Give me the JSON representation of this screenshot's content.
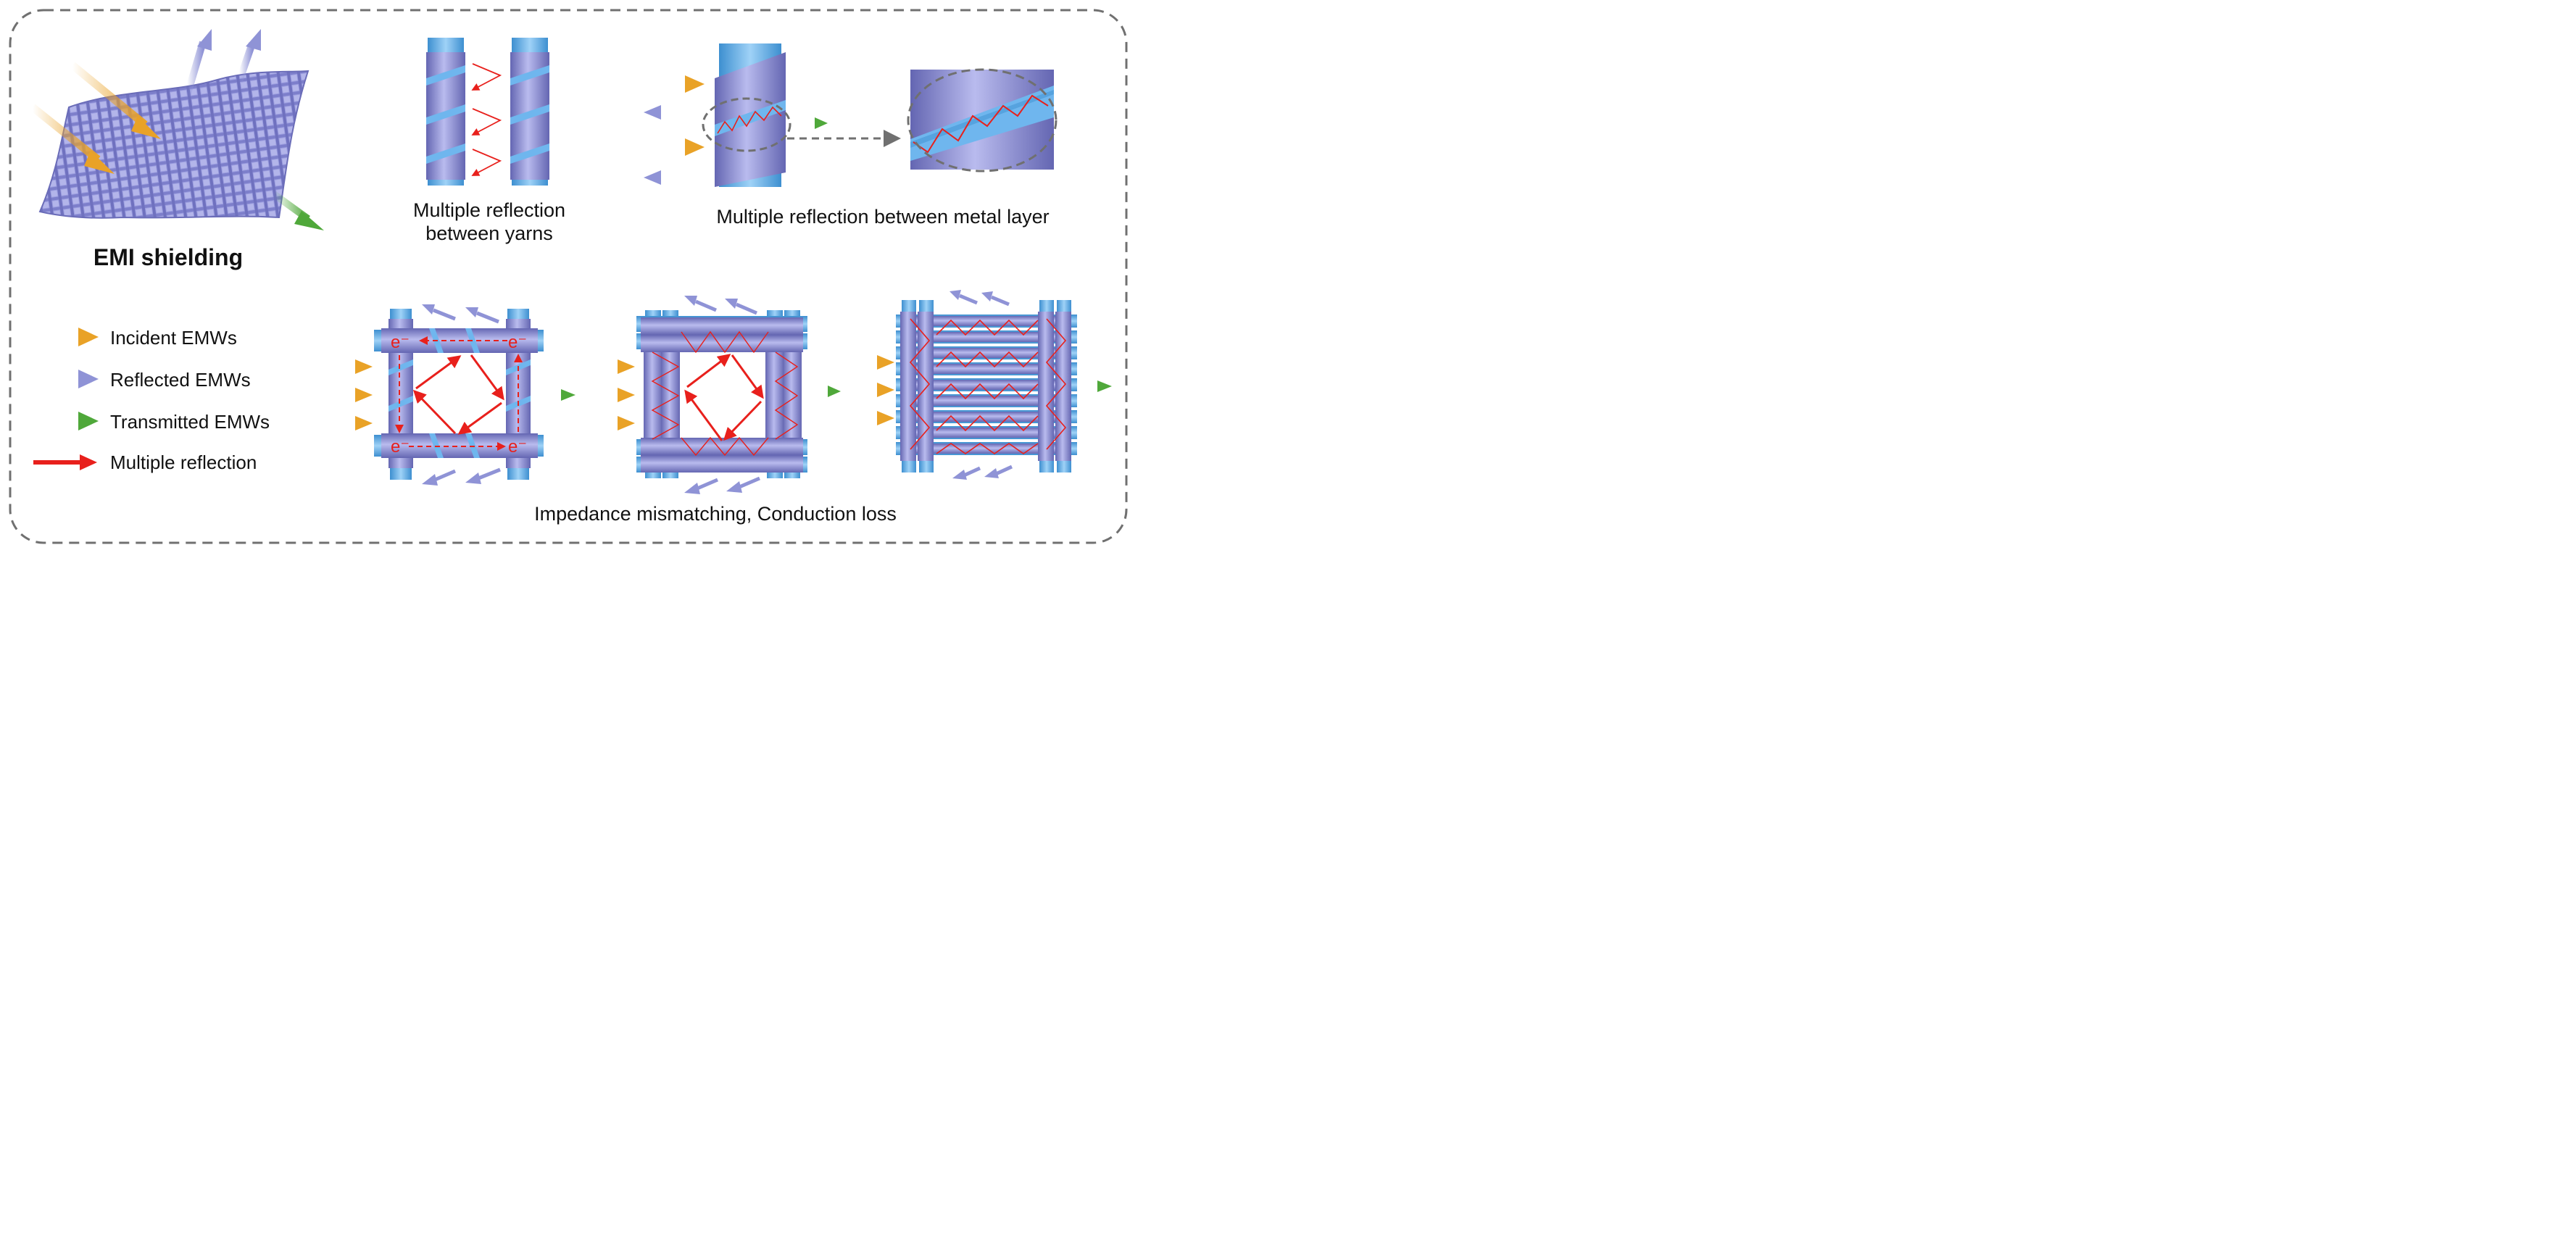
{
  "labels": {
    "emi_title": "EMI shielding",
    "yarn_caption_line1": "Multiple reflection",
    "yarn_caption_line2": "between yarns",
    "metal_caption": "Multiple reflection between metal layer",
    "bottom_caption": "Impedance mismatching, Conduction loss",
    "electron_symbol": "e⁻"
  },
  "legend": [
    {
      "label": "Incident EMWs",
      "color": "#e9a227"
    },
    {
      "label": "Reflected EMWs",
      "color": "#8f93d6"
    },
    {
      "label": "Transmitted EMWs",
      "color": "#4fa83a"
    },
    {
      "label": "Multiple reflection",
      "color": "#e8201c"
    }
  ],
  "colors": {
    "frame": "#707070",
    "yarn": "#8e90d6",
    "yarn_dark": "#5e60aa",
    "fiber": "#6fb6ee",
    "fiber_dark": "#3d8fd0",
    "reflection": "#e8201c"
  }
}
